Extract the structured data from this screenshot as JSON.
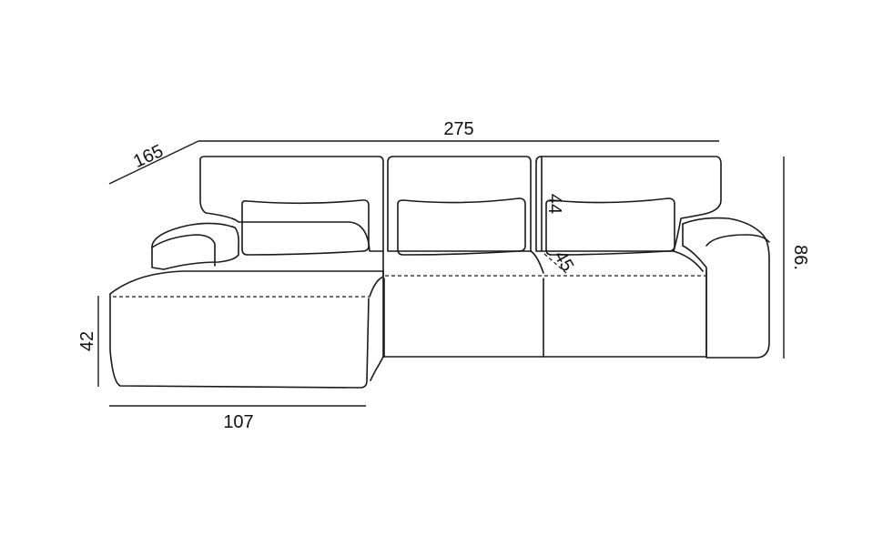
{
  "diagram": {
    "subject": "L-shaped sectional sofa line drawing with dimensions",
    "dimensions": {
      "total_width": "275",
      "depth": "165",
      "height": "86.",
      "chaise_width": "107",
      "seat_height": "42",
      "backrest_height": "44",
      "seat_depth": "45"
    },
    "colors": {
      "line": "#1a1a1a",
      "background": "#ffffff"
    }
  }
}
